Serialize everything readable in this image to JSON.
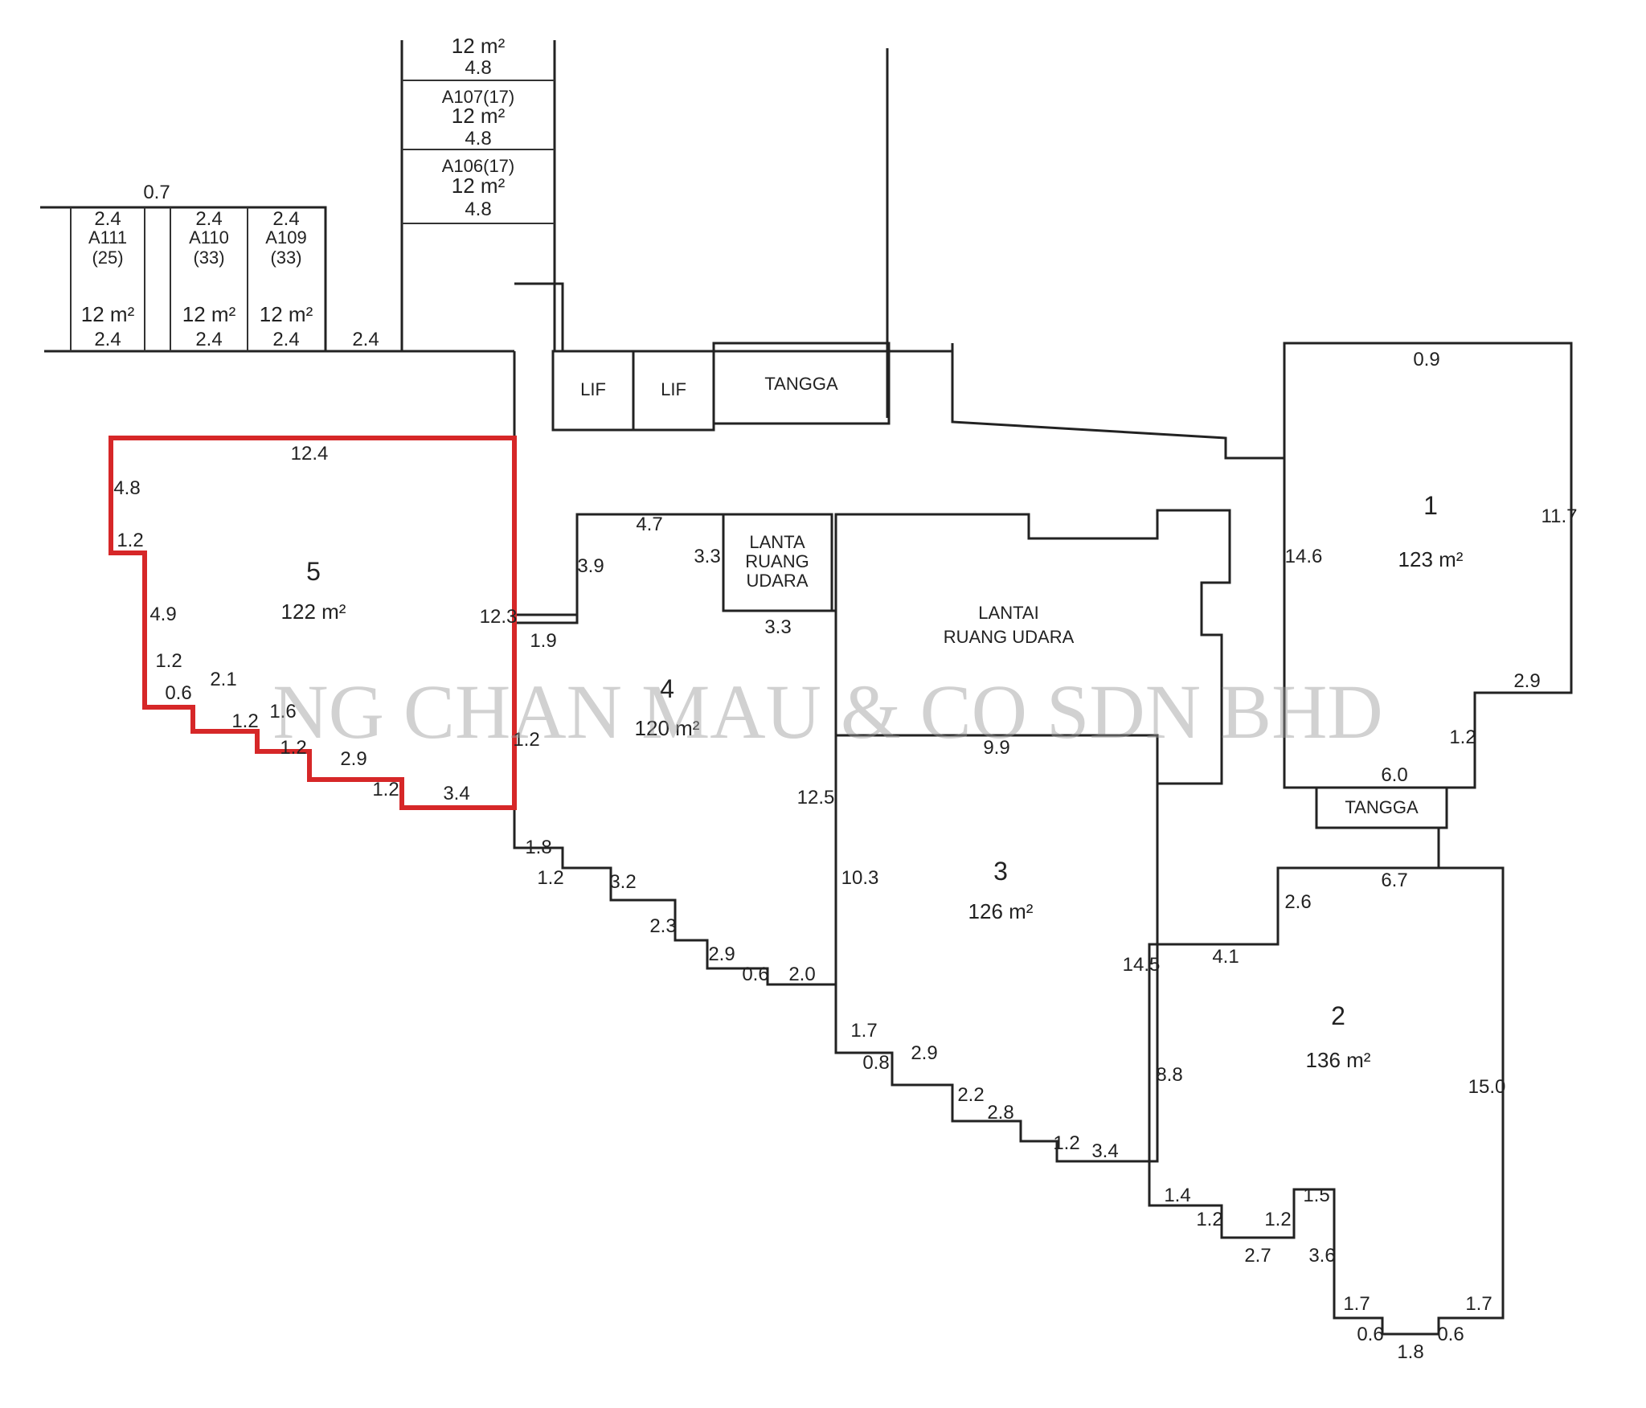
{
  "watermark": "NG CHAN MAU & CO SDN BHD",
  "colors": {
    "line": "#222222",
    "highlight": "#d62728",
    "watermark": "#9a9a9a"
  },
  "parcels": {
    "p1": {
      "lot": "1",
      "area": "123 m²"
    },
    "p2": {
      "lot": "2",
      "area": "136 m²"
    },
    "p3": {
      "lot": "3",
      "area": "126 m²"
    },
    "p4": {
      "lot": "4",
      "area": "120 m²"
    },
    "p5": {
      "lot": "5",
      "area": "122 m²",
      "highlighted": true
    }
  },
  "labels": {
    "lift1": "LIF",
    "lift2": "LIF",
    "tangga_top": "TANGGA",
    "tangga_right": "TANGGA",
    "lanta_line1": "LANTA",
    "lanta_line2": "RUANG",
    "lanta_line3": "UDARA",
    "lantai_line1": "LANTAI",
    "lantai_line2": "RUANG UDARA"
  },
  "small_units": {
    "a111_name": "A111",
    "a111_sub": "(25)",
    "a111_area": "12 m²",
    "a111_w": "2.4",
    "a111_bw": "2.4",
    "a110_name": "A110",
    "a110_sub": "(33)",
    "a110_area": "12 m²",
    "a110_w": "2.4",
    "a110_bw": "2.4",
    "a109_name": "A109",
    "a109_sub": "(33)",
    "a109_area": "12 m²",
    "a109_w": "2.4",
    "a109_bw": "2.4",
    "a107_name": "A107(17)",
    "a107_area": "12 m²",
    "a107_w": "4.8",
    "a106_name": "A106(17)",
    "a106_area": "12 m²",
    "a106_w": "4.8",
    "top_area": "12 m²",
    "top_w": "4.8",
    "h_4_8": "4.8",
    "h_2_4": "2.4",
    "h_0_7": "0.7"
  },
  "dims": {
    "d_12_4": "12.4",
    "d_4_8": "4.8",
    "d_1_2a": "1.2",
    "d_4_9": "4.9",
    "d_12_3": "12.3",
    "d_1_2b": "1.2",
    "d_0_6a": "0.6",
    "d_2_1": "2.1",
    "d_1_2c": "1.2",
    "d_1_6": "1.6",
    "d_1_2d": "1.2",
    "d_2_9a": "2.9",
    "d_1_2e": "1.2",
    "d_3_4a": "3.4",
    "d_4_7": "4.7",
    "d_3_9": "3.9",
    "d_3_3v": "3.3",
    "d_3_3h": "3.3",
    "d_1_9": "1.9",
    "d_1_2f": "1.2",
    "d_12_5": "12.5",
    "d_1_8": "1.8",
    "d_1_2g": "1.2",
    "d_3_2": "3.2",
    "d_2_3": "2.3",
    "d_2_9b": "2.9",
    "d_0_6b": "0.6",
    "d_2_0": "2.0",
    "d_9_9": "9.9",
    "d_10_3": "10.3",
    "d_1_7a": "1.7",
    "d_0_8": "0.8",
    "d_2_9c": "2.9",
    "d_2_2": "2.2",
    "d_2_8": "2.8",
    "d_1_2h": "1.2",
    "d_3_4b": "3.4",
    "d_14_5": "14.5",
    "d_0_9": "0.9",
    "d_14_6": "14.6",
    "d_11_7": "11.7",
    "d_2_9d": "2.9",
    "d_1_2i": "1.2",
    "d_6_0": "6.0",
    "d_6_7": "6.7",
    "d_2_6": "2.6",
    "d_4_1": "4.1",
    "d_8_8": "8.8",
    "d_15_0": "15.0",
    "d_1_4": "1.4",
    "d_1_2j": "1.2",
    "d_2_7": "2.7",
    "d_1_2k": "1.2",
    "d_1_5": "1.5",
    "d_3_6": "3.6",
    "d_1_7b": "1.7",
    "d_0_6c": "0.6",
    "d_1_8b": "1.8",
    "d_0_6d": "0.6",
    "d_1_7c": "1.7"
  }
}
